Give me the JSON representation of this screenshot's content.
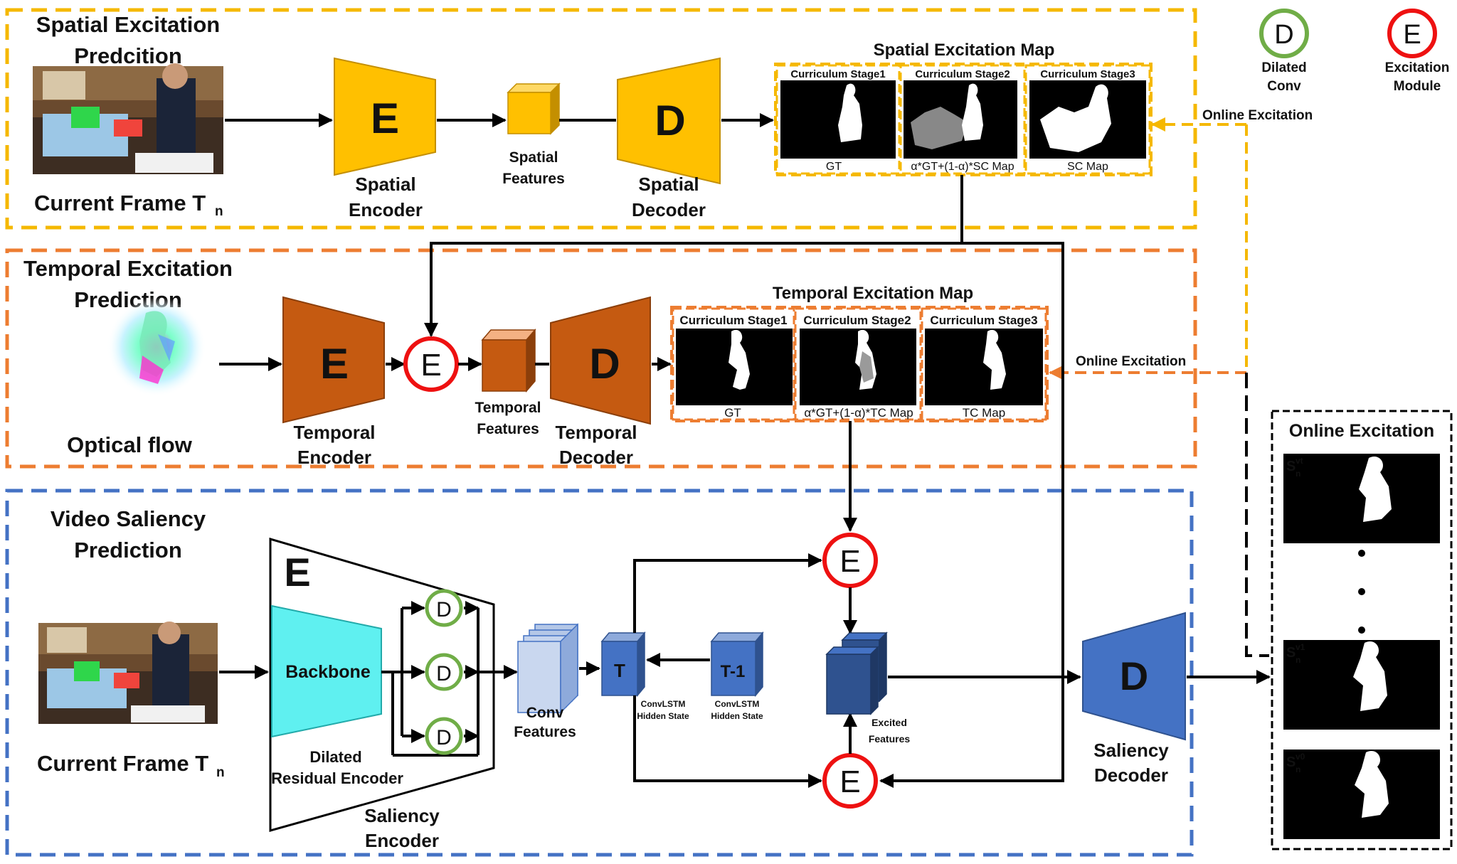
{
  "legend": {
    "dilated": {
      "letter": "D",
      "line1": "Dilated",
      "line2": "Conv"
    },
    "excitation": {
      "letter": "E",
      "line1": "Excitation",
      "line2": "Module"
    }
  },
  "colors": {
    "spatial": "#f5b800",
    "spatial_dark": "#c48f00",
    "temporal": "#c55a11",
    "temporal_border": "#ed7d31",
    "saliency_border": "#4472c4",
    "saliency_blue": "#4472c4",
    "backbone": "#5ff0f0",
    "dilated_green": "#70ad47",
    "excitation_red": "#ee1111"
  },
  "spatial": {
    "title_line1": "Spatial Excitation",
    "title_line2": "Predcition",
    "frame_label": "Current Frame T",
    "frame_sub": "n",
    "encoder_letter": "E",
    "encoder_line1": "Spatial",
    "encoder_line2": "Encoder",
    "features_line1": "Spatial",
    "features_line2": "Features",
    "decoder_letter": "D",
    "decoder_line1": "Spatial",
    "decoder_line2": "Decoder",
    "map_title": "Spatial Excitation Map",
    "stages": [
      "Curriculum Stage1",
      "Curriculum Stage2",
      "Curriculum Stage3"
    ],
    "captions": [
      "GT",
      "α*GT+(1-α)*SC Map",
      "SC Map"
    ],
    "online": "Online Excitation"
  },
  "temporal": {
    "title_line1": "Temporal  Excitation",
    "title_line2": "Prediction",
    "flow_label": "Optical flow",
    "encoder_letter": "E",
    "encoder_line1": "Temporal",
    "encoder_line2": "Encoder",
    "excite_letter": "E",
    "features_line1": "Temporal",
    "features_line2": "Features",
    "decoder_letter": "D",
    "decoder_line1": "Temporal",
    "decoder_line2": "Decoder",
    "map_title": "Temporal Excitation Map",
    "stages": [
      "Curriculum Stage1",
      "Curriculum Stage2",
      "Curriculum Stage3"
    ],
    "captions": [
      "GT",
      "α*GT+(1-α)*TC Map",
      "TC Map"
    ],
    "online": "Online Excitation"
  },
  "saliency": {
    "title_line1": "Video Saliency",
    "title_line2": "Prediction",
    "frame_label": "Current Frame T",
    "frame_sub": "n",
    "encoder_letter": "E",
    "backbone": "Backbone",
    "dilated_letter": "D",
    "dre_line1": "Dilated",
    "dre_line2": "Residual Encoder",
    "enc_line1": "Saliency",
    "enc_line2": "Encoder",
    "conv_line1": "Conv",
    "conv_line2": "Features",
    "t_label": "T",
    "t1_label": "T-1",
    "hidden_line1": "ConvLSTM",
    "hidden_line2": "Hidden State",
    "excite_letter": "E",
    "excited_line1": "Excited",
    "excited_line2": "Features",
    "decoder_letter": "D",
    "dec_line1": "Saliency",
    "dec_line2": "Decoder"
  },
  "online_panel": {
    "title": "Online Excitation",
    "labels": [
      {
        "base": "S",
        "sup": "vt",
        "sub": "n"
      },
      {
        "base": "S",
        "sup": "v1",
        "sub": "n"
      },
      {
        "base": "S",
        "sup": "v0",
        "sub": "n"
      }
    ]
  }
}
